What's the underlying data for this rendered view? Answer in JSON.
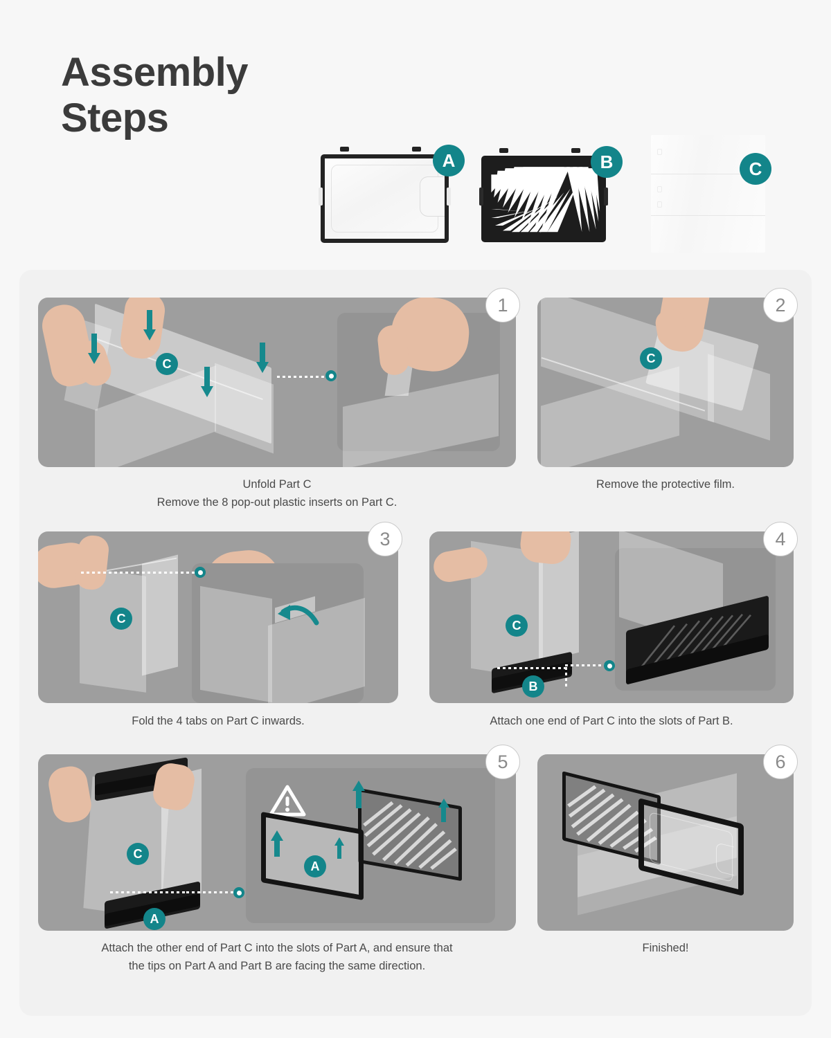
{
  "page": {
    "title_line1": "Assembly",
    "title_line2": "Steps",
    "background_color": "#f7f7f7",
    "accent_color": "#13858a",
    "panel_color": "#9e9e9e",
    "card_color": "#f1f1f1"
  },
  "parts": [
    {
      "id": "A",
      "label": "A",
      "name": "part-a-door-panel"
    },
    {
      "id": "B",
      "label": "B",
      "name": "part-b-slat-panel"
    },
    {
      "id": "C",
      "label": "C",
      "name": "part-c-clear-sheet"
    }
  ],
  "steps": [
    {
      "number": "1",
      "caption_lines": [
        "Unfold Part C",
        "Remove the 8 pop-out plastic inserts on Part C."
      ],
      "badges": [
        "C"
      ],
      "icons": [
        "arrow-down",
        "arrow-down",
        "arrow-down",
        "arrow-down",
        "callout-dot"
      ]
    },
    {
      "number": "2",
      "caption_lines": [
        "Remove the protective film."
      ],
      "badges": [
        "C"
      ],
      "icons": []
    },
    {
      "number": "3",
      "caption_lines": [
        "Fold the 4 tabs on Part C inwards."
      ],
      "badges": [
        "C"
      ],
      "icons": [
        "arrow-curve-left",
        "callout-dot"
      ]
    },
    {
      "number": "4",
      "caption_lines": [
        "Attach one end of Part C into the slots of Part B."
      ],
      "badges": [
        "C",
        "B"
      ],
      "icons": [
        "callout-dot"
      ]
    },
    {
      "number": "5",
      "caption_lines": [
        "Attach the other end of Part C into the slots of Part A, and ensure that",
        "the tips on Part A and Part B are facing the same direction."
      ],
      "badges": [
        "C",
        "A",
        "A"
      ],
      "icons": [
        "warning-triangle",
        "arrow-up",
        "arrow-up",
        "arrow-up",
        "callout-dot"
      ]
    },
    {
      "number": "6",
      "caption_lines": [
        "Finished!"
      ],
      "badges": [],
      "icons": []
    }
  ]
}
